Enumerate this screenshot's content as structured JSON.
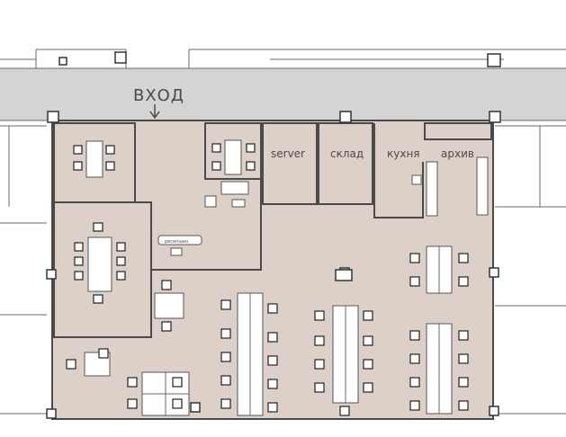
{
  "labels": {
    "entrance": "ВХОД",
    "server": "server",
    "warehouse": "склад",
    "kitchen": "кухня",
    "archive": "архив",
    "reception": "ресепшен"
  },
  "colors": {
    "floor": "#ddd0c8",
    "corridor": "#d4d4d4",
    "walls": "#4a4a4a",
    "background": "#ffffff"
  }
}
